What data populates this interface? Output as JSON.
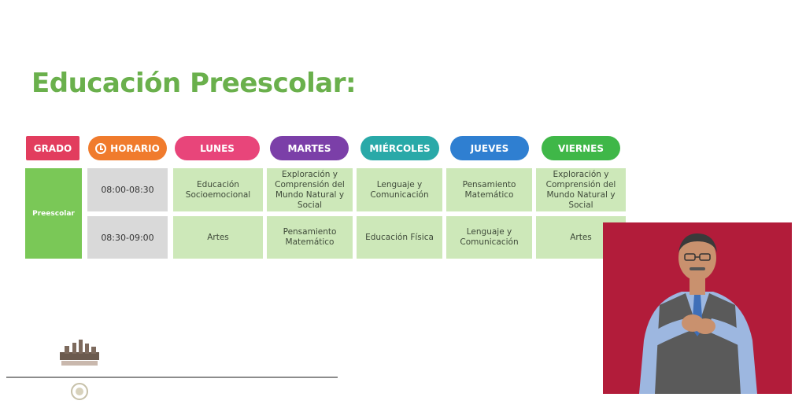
{
  "title": "Educación Preescolar:",
  "colors": {
    "title": "#6ab04c",
    "grado": "#e23d5e",
    "horario": "#f07b2d",
    "lunes": "#e8457a",
    "martes": "#7b3fa8",
    "miercoles": "#29a9a8",
    "jueves": "#2f7fd1",
    "viernes": "#3fb748",
    "cell_green": "#cde8b9",
    "cell_gray": "#d9d9d9",
    "grade_green": "#7ac857",
    "video_bg": "#b21c3a"
  },
  "headers": {
    "grado": "GRADO",
    "horario": "HORARIO",
    "lunes": "LUNES",
    "martes": "MARTES",
    "miercoles": "MIÉRCOLES",
    "jueves": "JUEVES",
    "viernes": "VIERNES"
  },
  "grade": "Preescolar",
  "rows": [
    {
      "time": "08:00-08:30",
      "lunes": "Educación Socioemocional",
      "martes": "Exploración y Comprensión del Mundo Natural y Social",
      "miercoles": "Lenguaje y Comunicación",
      "jueves": "Pensamiento Matemático",
      "viernes": "Exploración y Comprensión del Mundo Natural y Social"
    },
    {
      "time": "08:30-09:00",
      "lunes": "Artes",
      "martes": "Pensamiento Matemático",
      "miercoles": "Educación Física",
      "jueves": "Lenguaje y Comunicación",
      "viernes": "Artes"
    }
  ],
  "icons": {
    "clock": "clock-icon",
    "emblem": "government-emblem-icon"
  }
}
